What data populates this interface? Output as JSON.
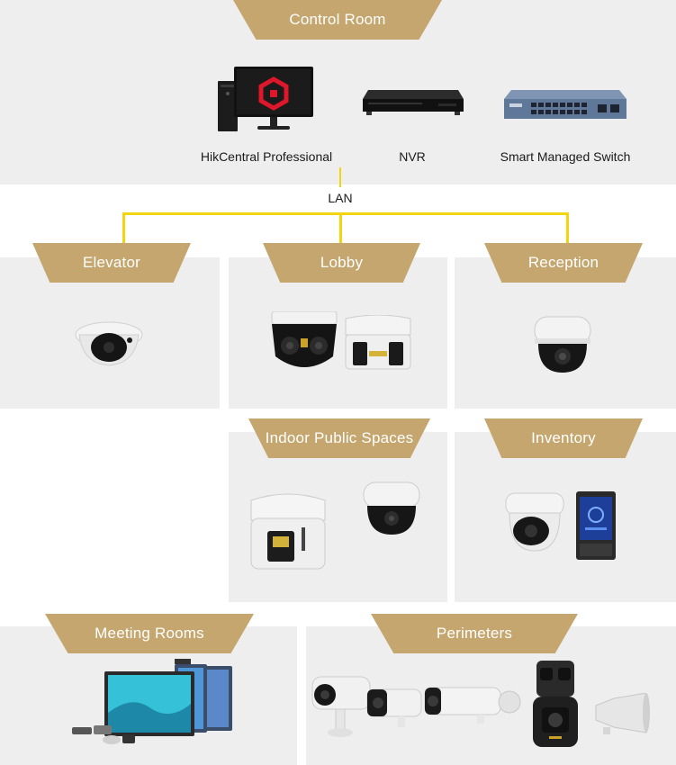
{
  "colors": {
    "accent_gold": "#c4a66e",
    "panel_gray": "#eeeeee",
    "lan_yellow": "#f2d50c",
    "logo_red": "#e0162b"
  },
  "control_room": {
    "title": "Control Room",
    "devices": [
      {
        "label": "HikCentral Professional",
        "icon": "workstation-icon"
      },
      {
        "label": "NVR",
        "icon": "nvr-icon"
      },
      {
        "label": "Smart Managed Switch",
        "icon": "switch-icon"
      }
    ]
  },
  "network": {
    "label": "LAN"
  },
  "zones": {
    "elevator": {
      "title": "Elevator",
      "devices": [
        "mini-dome-camera-icon"
      ]
    },
    "lobby": {
      "title": "Lobby",
      "devices": [
        "panoramic-camera-icon",
        "panoramic-camera-icon"
      ]
    },
    "reception": {
      "title": "Reception",
      "devices": [
        "dome-camera-icon"
      ]
    },
    "indoor_public_spaces": {
      "title": "Indoor Public Spaces",
      "devices": [
        "panoramic-camera-icon",
        "dome-camera-icon"
      ]
    },
    "inventory": {
      "title": "Inventory",
      "devices": [
        "turret-camera-icon",
        "access-terminal-icon"
      ]
    },
    "meeting_rooms": {
      "title": "Meeting Rooms",
      "devices": [
        "interactive-display-icon"
      ]
    },
    "perimeters": {
      "title": "Perimeters",
      "devices": [
        "bullet-camera-icon",
        "bullet-camera-icon",
        "bullet-camera-icon",
        "ptz-camera-icon",
        "horn-speaker-icon"
      ]
    }
  }
}
